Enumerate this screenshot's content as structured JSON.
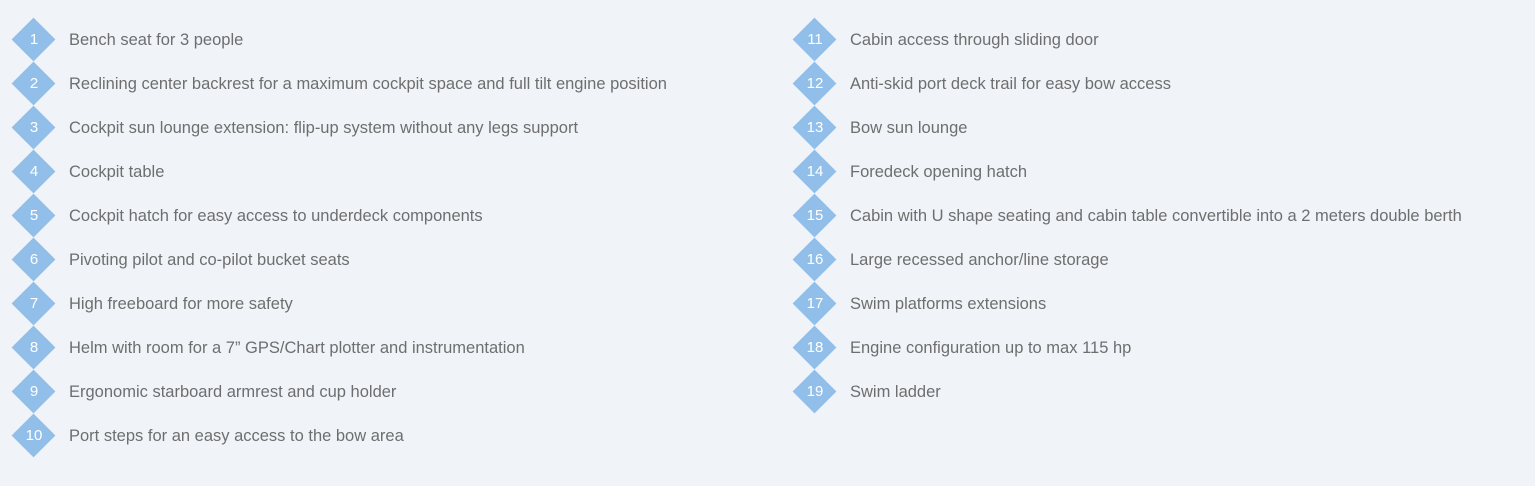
{
  "colors": {
    "background": "#f0f4f8",
    "badge": "#92bfe9",
    "badge_text": "#ffffff",
    "label_text": "#6e6e6e"
  },
  "features": {
    "left": [
      {
        "number": "1",
        "label": "Bench seat for 3 people"
      },
      {
        "number": "2",
        "label": "Reclining center backrest for a maximum cockpit space and full tilt engine position"
      },
      {
        "number": "3",
        "label": "Cockpit sun lounge extension: flip-up system without any legs support"
      },
      {
        "number": "4",
        "label": "Cockpit table"
      },
      {
        "number": "5",
        "label": "Cockpit hatch for easy access to underdeck components"
      },
      {
        "number": "6",
        "label": "Pivoting pilot and co-pilot bucket seats"
      },
      {
        "number": "7",
        "label": "High freeboard for more safety"
      },
      {
        "number": "8",
        "label": "Helm with room for a 7” GPS/Chart plotter and instrumentation"
      },
      {
        "number": "9",
        "label": "Ergonomic starboard armrest and cup holder"
      },
      {
        "number": "10",
        "label": "Port steps for an easy access to the bow area"
      }
    ],
    "right": [
      {
        "number": "11",
        "label": "Cabin access through sliding door"
      },
      {
        "number": "12",
        "label": "Anti-skid port deck trail for easy bow access"
      },
      {
        "number": "13",
        "label": "Bow sun lounge"
      },
      {
        "number": "14",
        "label": "Foredeck opening hatch"
      },
      {
        "number": "15",
        "label": "Cabin with U shape seating and cabin table convertible into a 2 meters double berth"
      },
      {
        "number": "16",
        "label": "Large recessed anchor/line storage"
      },
      {
        "number": "17",
        "label": "Swim platforms extensions"
      },
      {
        "number": "18",
        "label": "Engine configuration up to max 115 hp"
      },
      {
        "number": "19",
        "label": "Swim ladder"
      }
    ]
  }
}
